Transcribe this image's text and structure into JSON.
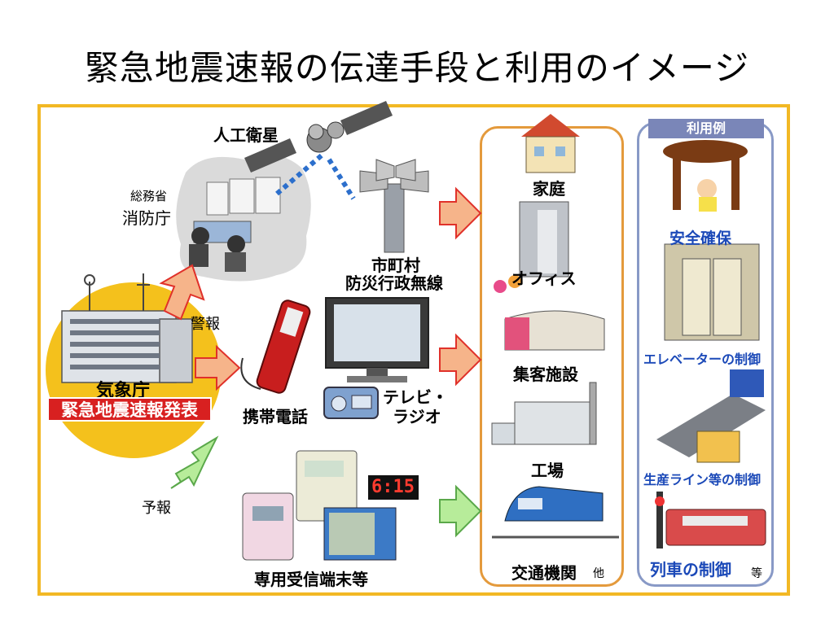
{
  "title": "緊急地震速報の伝達手段と利用のイメージ",
  "source": {
    "agency": "気象庁",
    "announce": "緊急地震速報発表",
    "alert": "警報",
    "forecast": "予報"
  },
  "channels": {
    "fdma_org": "総務省",
    "fdma": "消防庁",
    "satellite": "人工衛星",
    "municipal_1": "市町村",
    "municipal_2": "防災行政無線",
    "mobile": "携帯電話",
    "tv_radio_1": "テレビ・",
    "tv_radio_2": "ラジオ",
    "terminal": "専用受信端末等",
    "clock_display": "6:15"
  },
  "destinations": {
    "home": "家庭",
    "office": "オフィス",
    "venue": "集客施設",
    "factory": "工場",
    "transport": "交通機関",
    "etc": "他"
  },
  "uses": {
    "header": "利用例",
    "safety": "安全確保",
    "elevator": "エレベーターの制御",
    "production": "生産ライン等の制御",
    "train": "列車の制御",
    "etc": "等"
  },
  "colors": {
    "frame": "#f2b824",
    "dest_border": "#e49a3c",
    "use_border": "#8899c6",
    "use_header": "#7a86b8",
    "announce_bg": "#d82020",
    "label_blue": "#1b49b8",
    "arrow_orange": "#f6b48a",
    "arrow_green": "#b7ec9a"
  }
}
